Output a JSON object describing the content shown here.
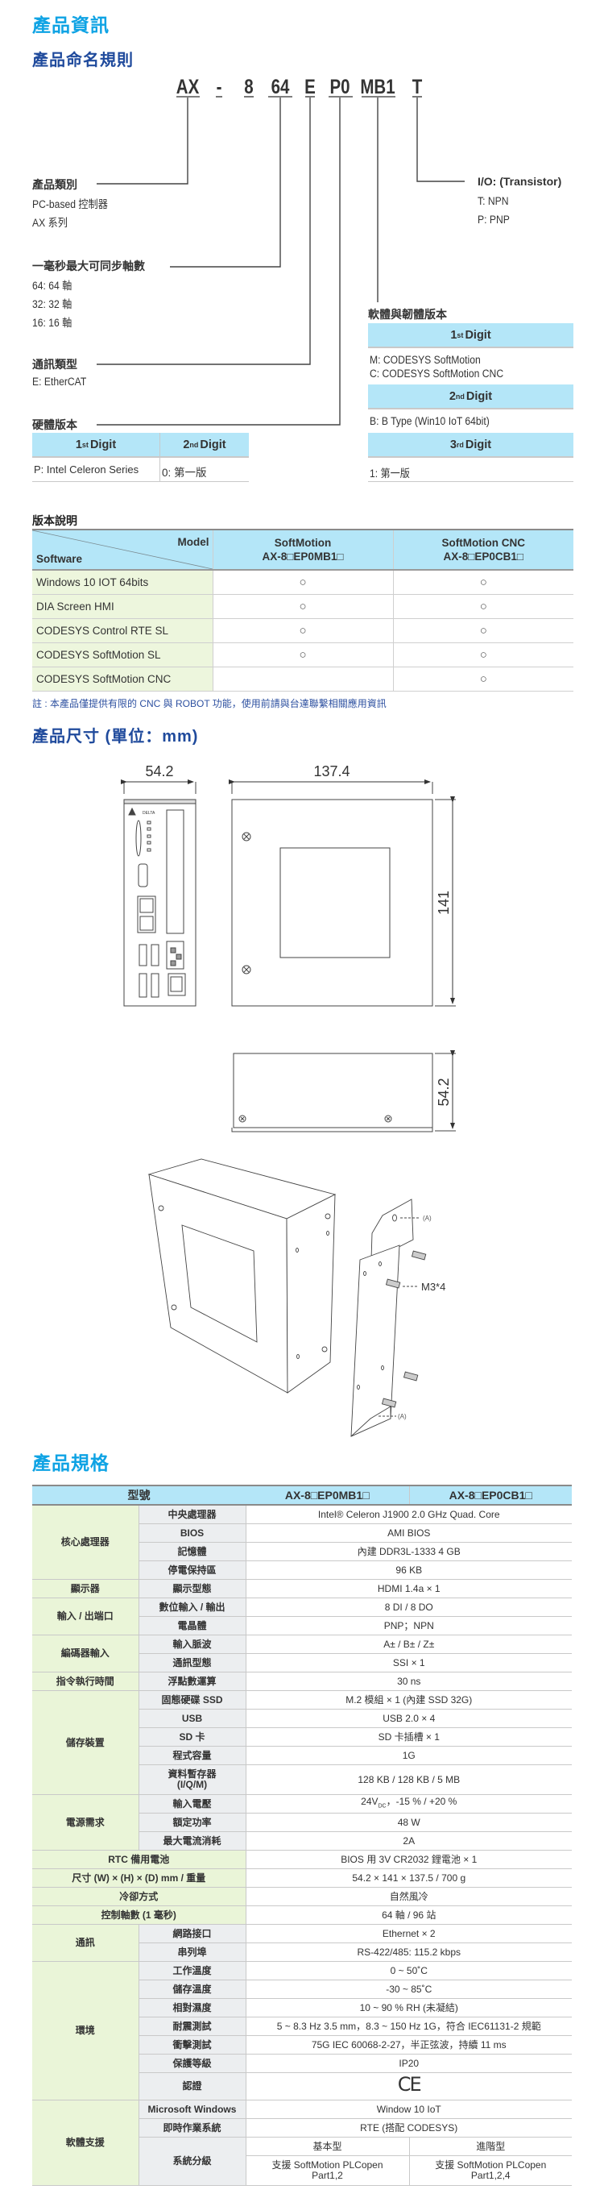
{
  "page_title": "產品資訊",
  "naming": {
    "title": "產品命名規則",
    "code": [
      "AX",
      "-",
      "8",
      "64",
      "E",
      "P0",
      "MB1",
      "T"
    ],
    "product_type": {
      "label": "產品類別",
      "items": [
        "PC-based 控制器",
        "AX 系列"
      ]
    },
    "axes": {
      "label": "一毫秒最大可同步軸數",
      "items": [
        "64: 64 軸",
        "32: 32 軸",
        "16: 16 軸"
      ]
    },
    "comm": {
      "label": "通訊類型",
      "items": [
        "E: EtherCAT"
      ]
    },
    "hardware": {
      "label": "硬體版本",
      "headers": [
        {
          "num": "1",
          "sup": "st",
          "text": "Digit"
        },
        {
          "num": "2",
          "sup": "nd",
          "text": "Digit"
        }
      ],
      "values": [
        "P: Intel Celeron Series",
        "0: 第一版"
      ]
    },
    "io": {
      "label": "I/O: (Transistor)",
      "items": [
        "T: NPN",
        "P: PNP"
      ]
    },
    "software": {
      "label": "軟體與韌體版本",
      "digits": [
        {
          "num": "1",
          "sup": "st",
          "text": "Digit",
          "values": [
            "M: CODESYS SoftMotion",
            "C: CODESYS SoftMotion CNC"
          ]
        },
        {
          "num": "2",
          "sup": "nd",
          "text": "Digit",
          "values": [
            "B: B Type (Win10 IoT 64bit)"
          ]
        },
        {
          "num": "3",
          "sup": "rd",
          "text": "Digit",
          "values": [
            "1: 第一版"
          ]
        }
      ]
    }
  },
  "version": {
    "title": "版本說明",
    "corner_model": "Model",
    "corner_software": "Software",
    "columns": [
      {
        "line1": "SoftMotion",
        "line2": "AX-8□EP0MB1□"
      },
      {
        "line1": "SoftMotion CNC",
        "line2": "AX-8□EP0CB1□"
      }
    ],
    "rows": [
      {
        "name": "Windows 10 IOT 64bits",
        "marks": [
          "○",
          "○"
        ]
      },
      {
        "name": "DIA Screen HMI",
        "marks": [
          "○",
          "○"
        ]
      },
      {
        "name": "CODESYS Control RTE SL",
        "marks": [
          "○",
          "○"
        ]
      },
      {
        "name": "CODESYS SoftMotion SL",
        "marks": [
          "○",
          "○"
        ]
      },
      {
        "name": "CODESYS SoftMotion CNC",
        "marks": [
          "",
          "○"
        ]
      }
    ],
    "note": "註 : 本產品僅提供有限的 CNC 與 ROBOT 功能，使用前請與台達聯繫相關應用資訊"
  },
  "dimensions": {
    "title": "產品尺寸 (單位：mm)",
    "front_width": "54.2",
    "side_depth": "137.4",
    "height": "141",
    "top_width": "54.2",
    "logo_text": "DELTA",
    "screw_label": "M3*4",
    "hole_label": "(A)"
  },
  "specs": {
    "title": "產品規格",
    "header": {
      "label": "型號",
      "models": [
        "AX-8□EP0MB1□",
        "AX-8□EP0CB1□"
      ]
    },
    "groups": [
      {
        "group": "核心處理器",
        "rows": [
          {
            "label": "中央處理器",
            "value": "Intel® Celeron J1900 2.0 GHz Quad. Core"
          },
          {
            "label": "BIOS",
            "value": "AMI BIOS"
          },
          {
            "label": "記憶體",
            "value": "內建 DDR3L-1333 4 GB"
          },
          {
            "label": "停電保持區",
            "value": "96 KB"
          }
        ]
      },
      {
        "group": "顯示器",
        "rows": [
          {
            "label": "顯示型態",
            "value": "HDMI 1.4a × 1"
          }
        ]
      },
      {
        "group": "輸入 / 出端口",
        "rows": [
          {
            "label": "數位輸入 / 輸出",
            "value": "8 DI / 8 DO"
          },
          {
            "label": "電晶體",
            "value": "PNP；NPN"
          }
        ]
      },
      {
        "group": "編碼器輸入",
        "rows": [
          {
            "label": "輸入脈波",
            "value": "A± / B± / Z±"
          },
          {
            "label": "通訊型態",
            "value": "SSI × 1"
          }
        ]
      },
      {
        "group": "指令執行時間",
        "rows": [
          {
            "label": "浮點數運算",
            "value": "30 ns"
          }
        ]
      },
      {
        "group": "儲存裝置",
        "rows": [
          {
            "label": "固態硬碟 SSD",
            "value": "M.2 模組 × 1 (內建 SSD 32G)"
          },
          {
            "label": "USB",
            "value": "USB 2.0 × 4"
          },
          {
            "label": "SD 卡",
            "value": "SD 卡插槽 × 1"
          },
          {
            "label": "程式容量",
            "value": "1G"
          },
          {
            "label": "資料暫存器",
            "label2": "(I/Q/M)",
            "value": "128 KB / 128 KB / 5 MB"
          }
        ]
      },
      {
        "group": "電源需求",
        "rows": [
          {
            "label": "輸入電壓",
            "value": "24V",
            "sub": "DC",
            "value_after": "，-15 % / +20 %"
          },
          {
            "label": "額定功率",
            "value": "48 W"
          },
          {
            "label": "最大電流消耗",
            "value": "2A"
          }
        ]
      },
      {
        "span_label": "RTC 備用電池",
        "value": "BIOS 用 3V CR2032 鋰電池 × 1"
      },
      {
        "span_label": "尺寸 (W) × (H) × (D) mm / 重量",
        "value": "54.2 × 141 × 137.5 / 700 g"
      },
      {
        "span_label": "冷卻方式",
        "value": "自然風冷"
      },
      {
        "span_label": "控制軸數 (1 毫秒)",
        "value": "64 軸 / 96 站"
      },
      {
        "group": "通訊",
        "rows": [
          {
            "label": "網路接口",
            "value": "Ethernet × 2"
          },
          {
            "label": "串列埠",
            "value": "RS-422/485: 115.2 kbps"
          }
        ]
      },
      {
        "group": "環境",
        "rows": [
          {
            "label": "工作溫度",
            "value": "0 ~ 50˚C"
          },
          {
            "label": "儲存溫度",
            "value": "-30 ~ 85˚C"
          },
          {
            "label": "相對濕度",
            "value": "10 ~ 90 % RH (未凝結)"
          },
          {
            "label": "耐震測試",
            "value": "5 ~ 8.3 Hz 3.5 mm，8.3 ~ 150 Hz 1G，符合 IEC61131-2 規範"
          },
          {
            "label": "衝擊測試",
            "value": "75G IEC 60068-2-27，半正弦波，持續 11 ms"
          },
          {
            "label": "保護等級",
            "value": "IP20"
          },
          {
            "label": "認證",
            "value": "CE",
            "ce": true
          }
        ]
      },
      {
        "group": "軟體支援",
        "rows": [
          {
            "label": "Microsoft Windows",
            "value": "Window 10 IoT"
          },
          {
            "label": "即時作業系統",
            "value": "RTE (搭配 CODESYS)"
          },
          {
            "label": "系統分級",
            "split": [
              {
                "head": "基本型",
                "text": "支援 SoftMotion PLCopen",
                "text2": "Part1,2"
              },
              {
                "head": "進階型",
                "text": "支援 SoftMotion PLCopen",
                "text2": "Part1,2,4"
              }
            ]
          }
        ]
      }
    ]
  }
}
